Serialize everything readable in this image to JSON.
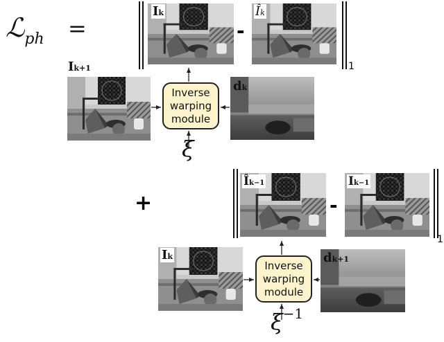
{
  "loss": {
    "lhs": "ℒ",
    "lhs_sub": "ph",
    "equals": "="
  },
  "term1": {
    "target_label": "I",
    "target_sub": "k",
    "recon_label": "Î",
    "recon_sub": "k",
    "minus": "-",
    "norm_sub": "1",
    "source_label": "I",
    "source_sub": "k+1",
    "depth_label": "d",
    "depth_sub": "k",
    "module_lines": [
      "Inverse",
      "warping",
      "module"
    ],
    "pose": "ξ"
  },
  "plus": "+",
  "term2": {
    "target_label": "Î",
    "target_sub": "k−1",
    "recon_label": "I",
    "recon_sub": "k−1",
    "minus": "-",
    "norm_sub": "1",
    "source_label": "I",
    "source_sub": "k",
    "depth_label": "d",
    "depth_sub": "k+1",
    "module_lines": [
      "Inverse",
      "warping",
      "module"
    ],
    "pose": "ξ",
    "pose_sup": "−1"
  }
}
